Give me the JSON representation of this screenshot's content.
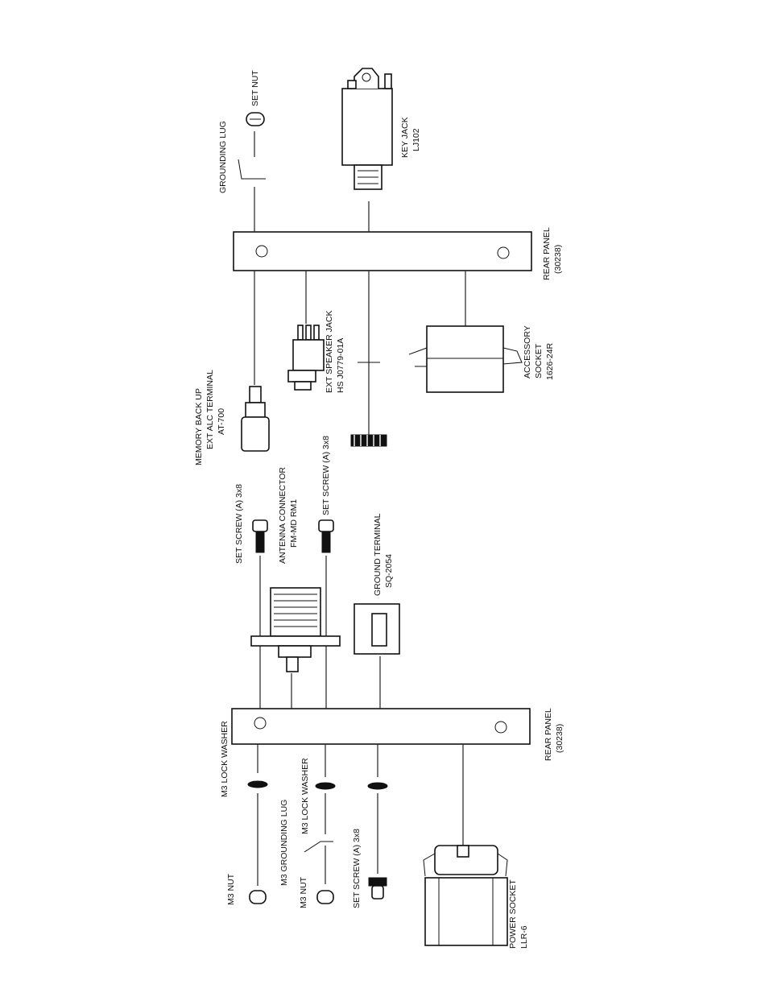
{
  "labels": {
    "grounding_lug_top": "GROUNDING LUG",
    "set_nut": "SET NUT",
    "key_jack": "KEY JACK",
    "key_jack_part": "LJ102",
    "rear_panel_top": "REAR PANEL",
    "rear_panel_top_num": "(30238)",
    "memory_backup": "MEMORY BACK UP",
    "ext_alc": "EXT ALC TERMINAL",
    "at700": "AT-700",
    "ext_speaker": "EXT SPEAKER JACK",
    "ext_speaker_part": "HS J0779-01A",
    "accessory": "ACCESSORY",
    "socket": "SOCKET",
    "accessory_part": "1626-24R",
    "set_screw_1": "SET SCREW (A) 3x8",
    "antenna": "ANTENNA CONNECTOR",
    "antenna_part": "FM-MD RM1",
    "set_screw_2": "SET SCREW (A) 3x8",
    "ground_terminal": "GROUND TERMINAL",
    "ground_terminal_part": "SQ-2054",
    "m3_lock_washer_1": "M3 LOCK WASHER",
    "rear_panel_bot": "REAR PANEL",
    "rear_panel_bot_num": "(30238)",
    "m3_grounding_lug": "M3 GROUNDING LUG",
    "m3_lock_washer_2": "M3 LOCK WASHER",
    "m3_nut_1": "M3 NUT",
    "m3_nut_2": "M3 NUT",
    "set_screw_3": "SET SCREW (A) 3x8",
    "power_socket": "POWER SOCKET",
    "power_socket_part": "LLR-6"
  }
}
